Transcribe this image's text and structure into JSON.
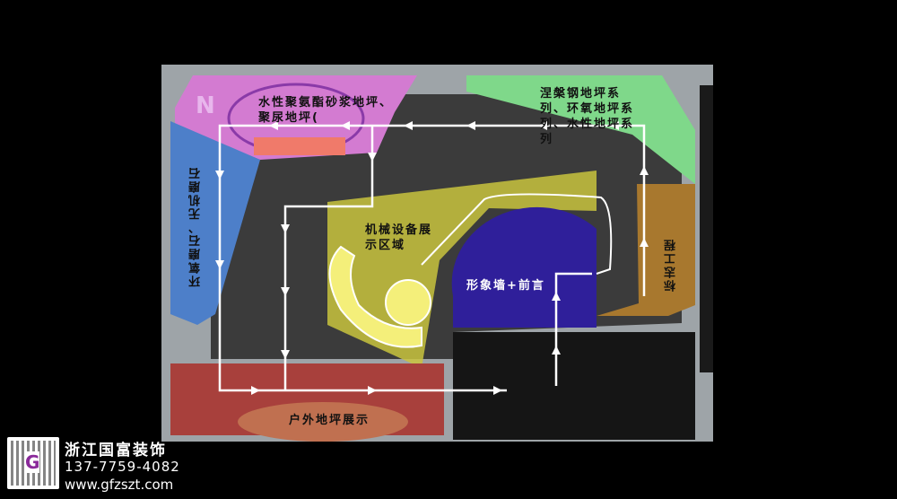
{
  "zones": {
    "pink": "水性聚氨酯砂浆地坪、聚尿地坪(",
    "green": "涅槃钢地坪系列、环氧地坪系列、水性地坪系列",
    "blue": "环氧磨石、无机磨石",
    "yellow": "机械设备展示区域",
    "purple": "形象墙+前言",
    "orange": "标志工程",
    "red": "户外地坪展示"
  },
  "brand": {
    "name": "浙江国富装饰",
    "phone": "137-7759-4082",
    "website": "www.gfzszt.com",
    "qr_letter": "G"
  },
  "colors": {
    "plan": "#9ea4a8",
    "floor": "#3b3b3b",
    "pink": "#d37bd1",
    "green": "#7fd88a",
    "blue": "#4d7fc9",
    "yellow": "#c9c43e",
    "purple": "#2f1f9a",
    "orange": "#a8782e",
    "red": "#a8403c"
  }
}
